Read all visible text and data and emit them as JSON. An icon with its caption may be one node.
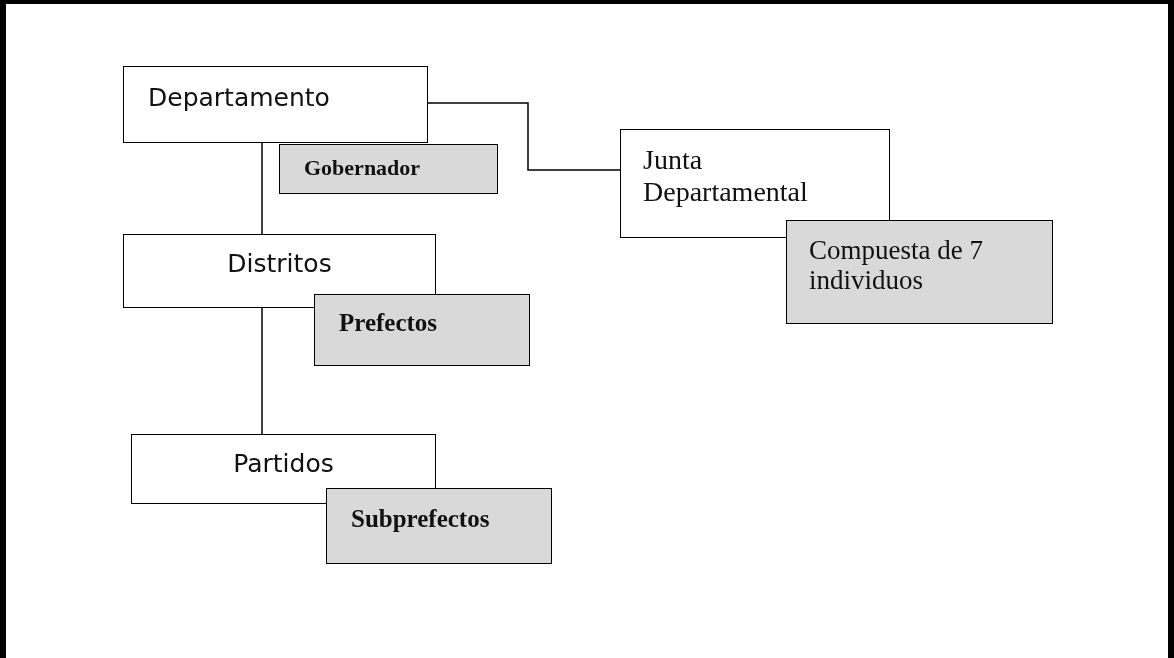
{
  "diagram": {
    "nodes": [
      {
        "text": [
          "Departamento"
        ]
      },
      {
        "text": [
          "Gobernador"
        ]
      },
      {
        "text": [
          "Junta Departamental"
        ]
      },
      {
        "text": [
          "Compuesta de 7 individuos"
        ]
      },
      {
        "text": [
          "Distritos"
        ]
      },
      {
        "text": [
          "Prefectos"
        ]
      },
      {
        "text": [
          "Partidos"
        ]
      },
      {
        "text": [
          "Subprefectos"
        ]
      }
    ],
    "edges": [
      {
        "from": 0,
        "to": 2,
        "arrow": "none"
      },
      {
        "from": 0,
        "to": 4,
        "arrow": "none"
      },
      {
        "from": 4,
        "to": 6,
        "arrow": "none"
      }
    ]
  }
}
